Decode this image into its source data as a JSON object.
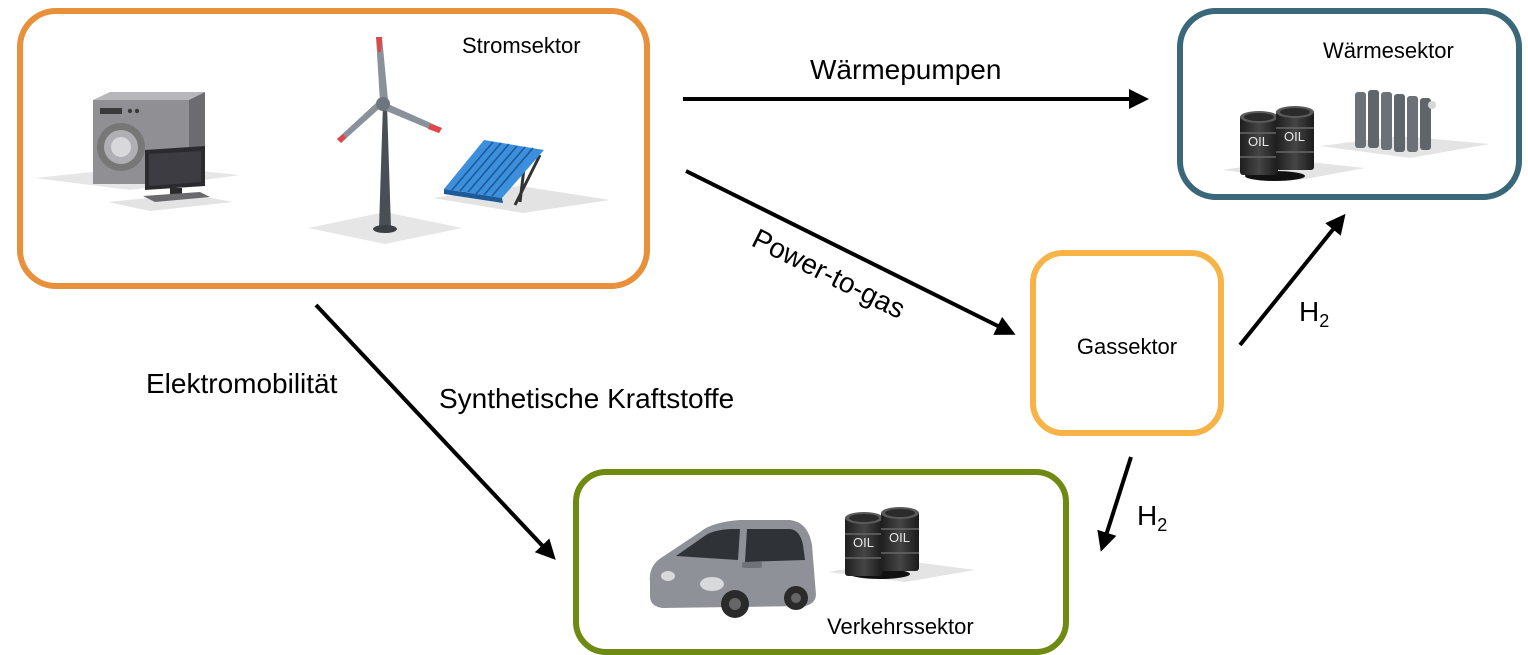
{
  "sectors": {
    "strom": {
      "label": "Stromsektor",
      "color": "#E8903A"
    },
    "waerme": {
      "label": "Wärmesektor",
      "color": "#3A6779"
    },
    "gas": {
      "label": "Gassektor",
      "color": "#F7B346"
    },
    "verkehr": {
      "label": "Verkehrssektor",
      "color": "#6F8A12"
    }
  },
  "flows": {
    "waermepumpen": "Wärmepumpen",
    "power_to_gas": "Power-to-gas",
    "elektromobilitaet": "Elektromobilität",
    "synthetische_kraftstoffe": "Synthetische Kraftstoffe",
    "h2_waerme": {
      "base": "H",
      "sub": "2"
    },
    "h2_verkehr": {
      "base": "H",
      "sub": "2"
    }
  },
  "icons": {
    "strom": [
      "washing-machine-icon",
      "computer-icon",
      "wind-turbine-icon",
      "solar-panel-icon"
    ],
    "waerme": [
      "oil-barrels-icon",
      "radiator-icon"
    ],
    "verkehr": [
      "car-icon",
      "oil-barrels-icon"
    ]
  },
  "barrel_text": "OIL"
}
